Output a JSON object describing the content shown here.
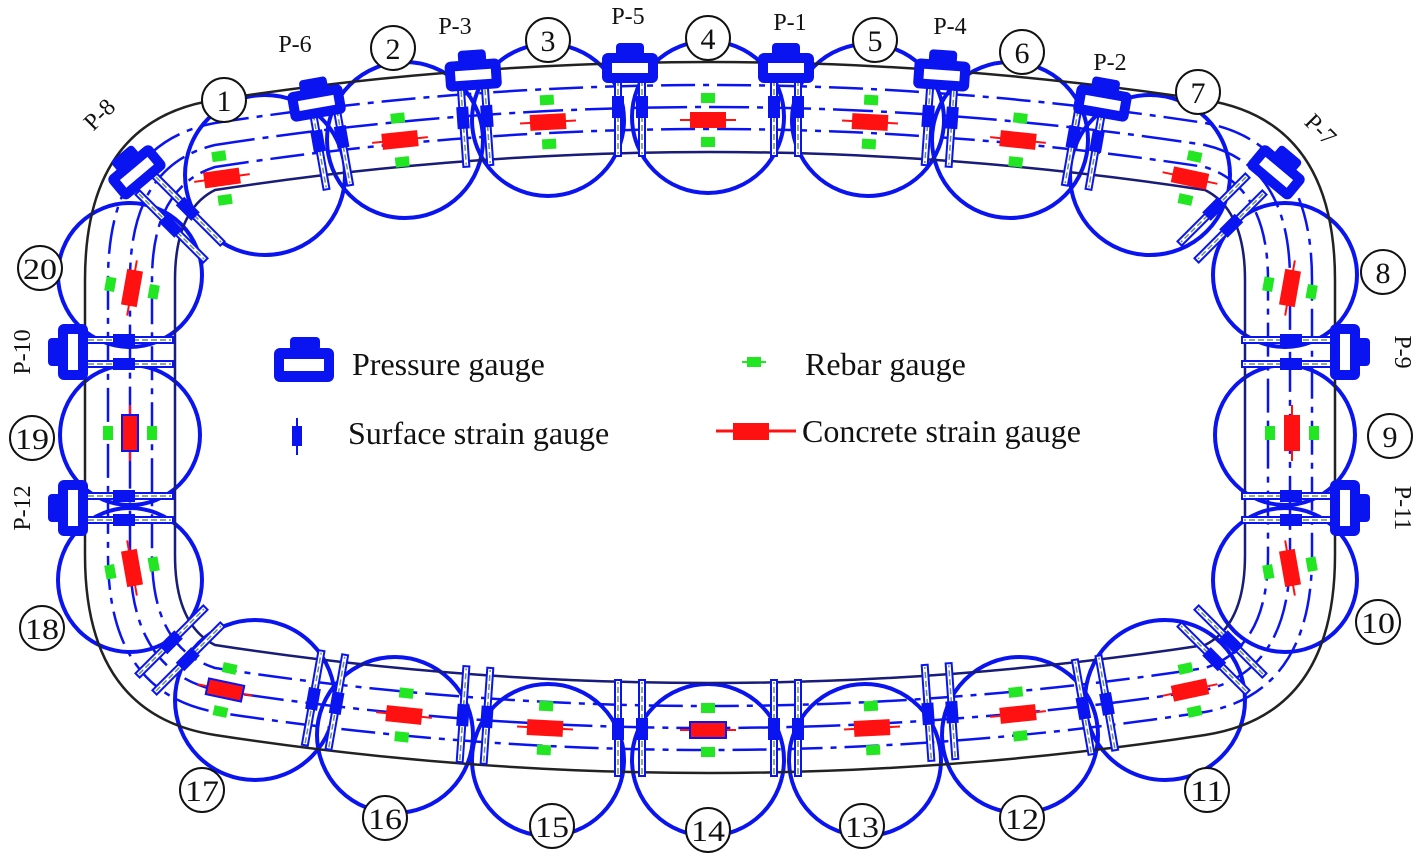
{
  "colors": {
    "structure": "#0a14f0",
    "outline": "#222222",
    "rebar": "#22e622",
    "concrete": "#ff1111",
    "seam": "#6a8f7a",
    "text": "#111111"
  },
  "legend": {
    "pressure_gauge": "Pressure gauge",
    "rebar_gauge": "Rebar gauge",
    "surface_strain_gauge": "Surface strain gauge",
    "concrete_strain_gauge": "Concrete strain gauge"
  },
  "segments": [
    {
      "id": "1",
      "label": "1"
    },
    {
      "id": "2",
      "label": "2"
    },
    {
      "id": "3",
      "label": "3"
    },
    {
      "id": "4",
      "label": "4"
    },
    {
      "id": "5",
      "label": "5"
    },
    {
      "id": "6",
      "label": "6"
    },
    {
      "id": "7",
      "label": "7"
    },
    {
      "id": "8",
      "label": "8"
    },
    {
      "id": "9",
      "label": "9"
    },
    {
      "id": "10",
      "label": "10"
    },
    {
      "id": "11",
      "label": "11"
    },
    {
      "id": "12",
      "label": "12"
    },
    {
      "id": "13",
      "label": "13"
    },
    {
      "id": "14",
      "label": "14"
    },
    {
      "id": "15",
      "label": "15"
    },
    {
      "id": "16",
      "label": "16"
    },
    {
      "id": "17",
      "label": "17"
    },
    {
      "id": "18",
      "label": "18"
    },
    {
      "id": "19",
      "label": "19"
    },
    {
      "id": "20",
      "label": "20"
    }
  ],
  "pressure_gauges": [
    {
      "id": "P-1",
      "label": "P-1"
    },
    {
      "id": "P-2",
      "label": "P-2"
    },
    {
      "id": "P-3",
      "label": "P-3"
    },
    {
      "id": "P-4",
      "label": "P-4"
    },
    {
      "id": "P-5",
      "label": "P-5"
    },
    {
      "id": "P-6",
      "label": "P-6"
    },
    {
      "id": "P-7",
      "label": "P-7"
    },
    {
      "id": "P-8",
      "label": "P-8"
    },
    {
      "id": "P-9",
      "label": "P-9"
    },
    {
      "id": "P-10",
      "label": "P-10"
    },
    {
      "id": "P-11",
      "label": "P-11"
    },
    {
      "id": "P-12",
      "label": "P-12"
    }
  ]
}
